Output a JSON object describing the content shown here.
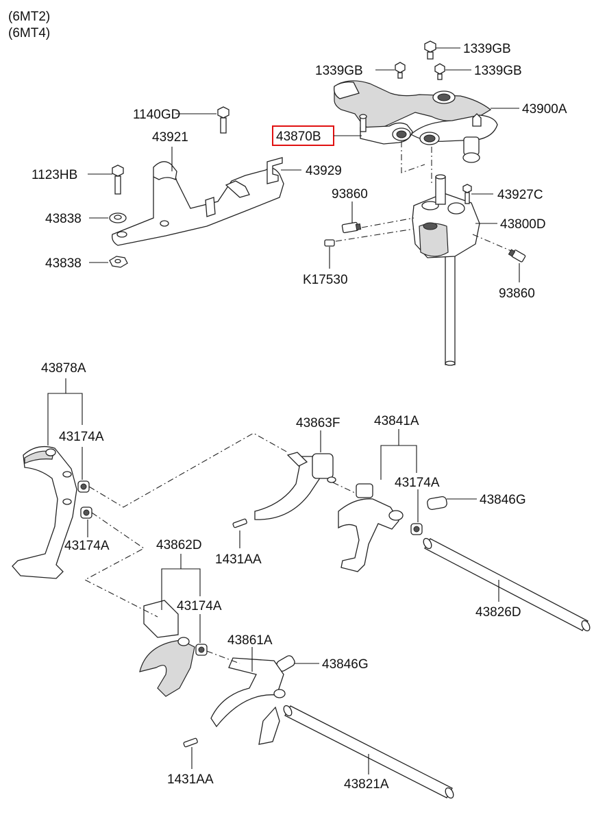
{
  "header": {
    "line1": "(6MT2)",
    "line2": "(6MT4)"
  },
  "callouts": {
    "p1339gb_top": "1339GB",
    "p1339gb_left": "1339GB",
    "p1339gb_right": "1339GB",
    "p43900a": "43900A",
    "p1140gd": "1140GD",
    "p43921": "43921",
    "p43870b": "43870B",
    "p43929": "43929",
    "p1123hb": "1123HB",
    "p93860_top": "93860",
    "p43927c": "43927C",
    "p43838_a": "43838",
    "p43800d": "43800D",
    "p43838_b": "43838",
    "p93860_right": "93860",
    "pk17530": "K17530",
    "p43878a": "43878A",
    "p43863f": "43863F",
    "p43841a": "43841A",
    "p43174a_1": "43174A",
    "p43174a_2": "43174A",
    "p43846g_1": "43846G",
    "p43174a_3": "43174A",
    "p1431aa_1": "1431AA",
    "p43862d": "43862D",
    "p43826d": "43826D",
    "p43174a_4": "43174A",
    "p43861a": "43861A",
    "p43846g_2": "43846G",
    "p1431aa_2": "1431AA",
    "p43821a": "43821A"
  },
  "highlight": {
    "part": "43870B",
    "color": "#e01010"
  }
}
